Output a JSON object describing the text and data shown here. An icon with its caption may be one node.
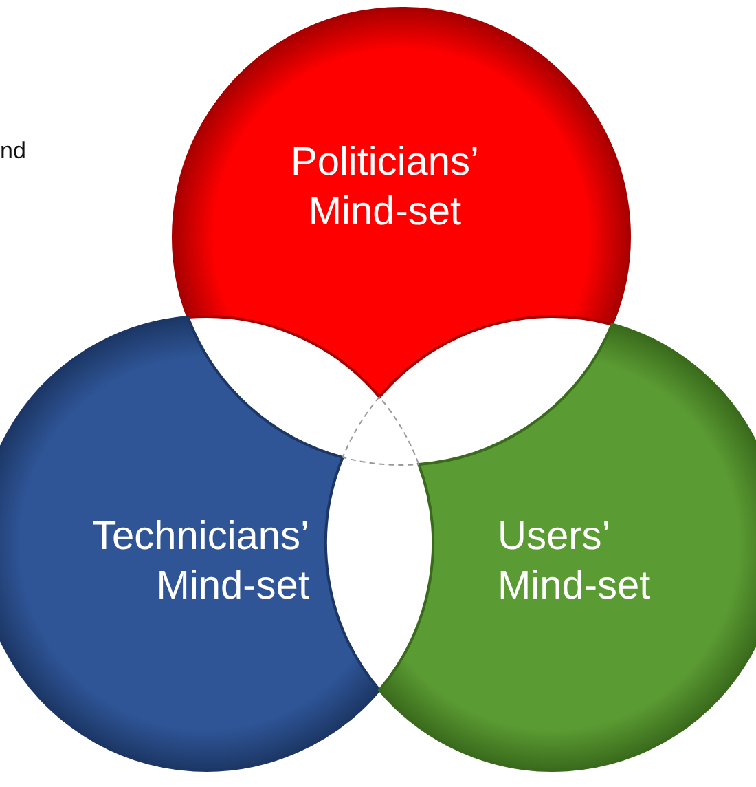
{
  "diagram": {
    "nodes": [
      {
        "text": [
          "Politicians’ Mind-set"
        ]
      },
      {
        "text": [
          "Technicians’ Mind-set"
        ]
      },
      {
        "text": [
          "Users’ Mind-set"
        ]
      }
    ],
    "labels": [
      "nd"
    ]
  }
}
